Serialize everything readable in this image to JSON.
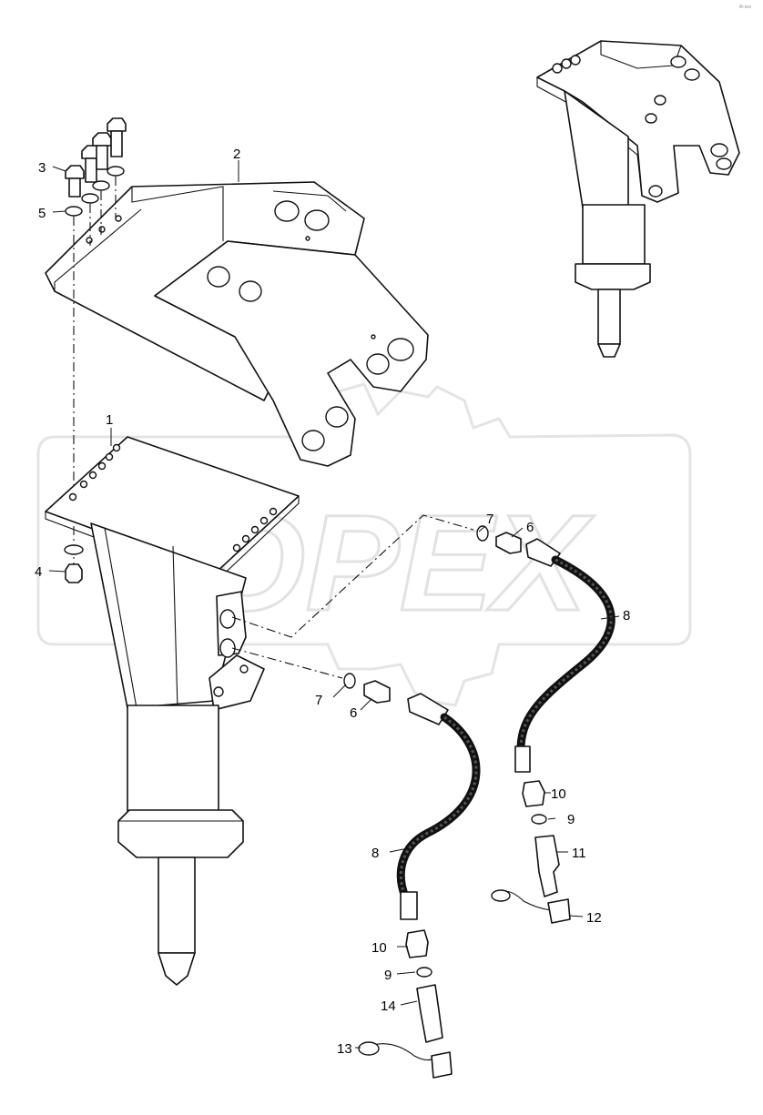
{
  "callouts": {
    "c1": "1",
    "c2": "2",
    "c3": "3",
    "c4": "4",
    "c5": "5",
    "c6a": "6",
    "c6b": "6",
    "c7a": "7",
    "c7b": "7",
    "c8a": "8",
    "c8b": "8",
    "c9a": "9",
    "c9b": "9",
    "c10a": "10",
    "c10b": "10",
    "c11": "11",
    "c12": "12",
    "c13": "13",
    "c14": "14"
  },
  "watermark": {
    "text": "OPEX"
  },
  "corner_mark": "Ф-xxx",
  "colors": {
    "line": "#111111",
    "watermark": "#e4e4e4",
    "background": "#ffffff"
  }
}
